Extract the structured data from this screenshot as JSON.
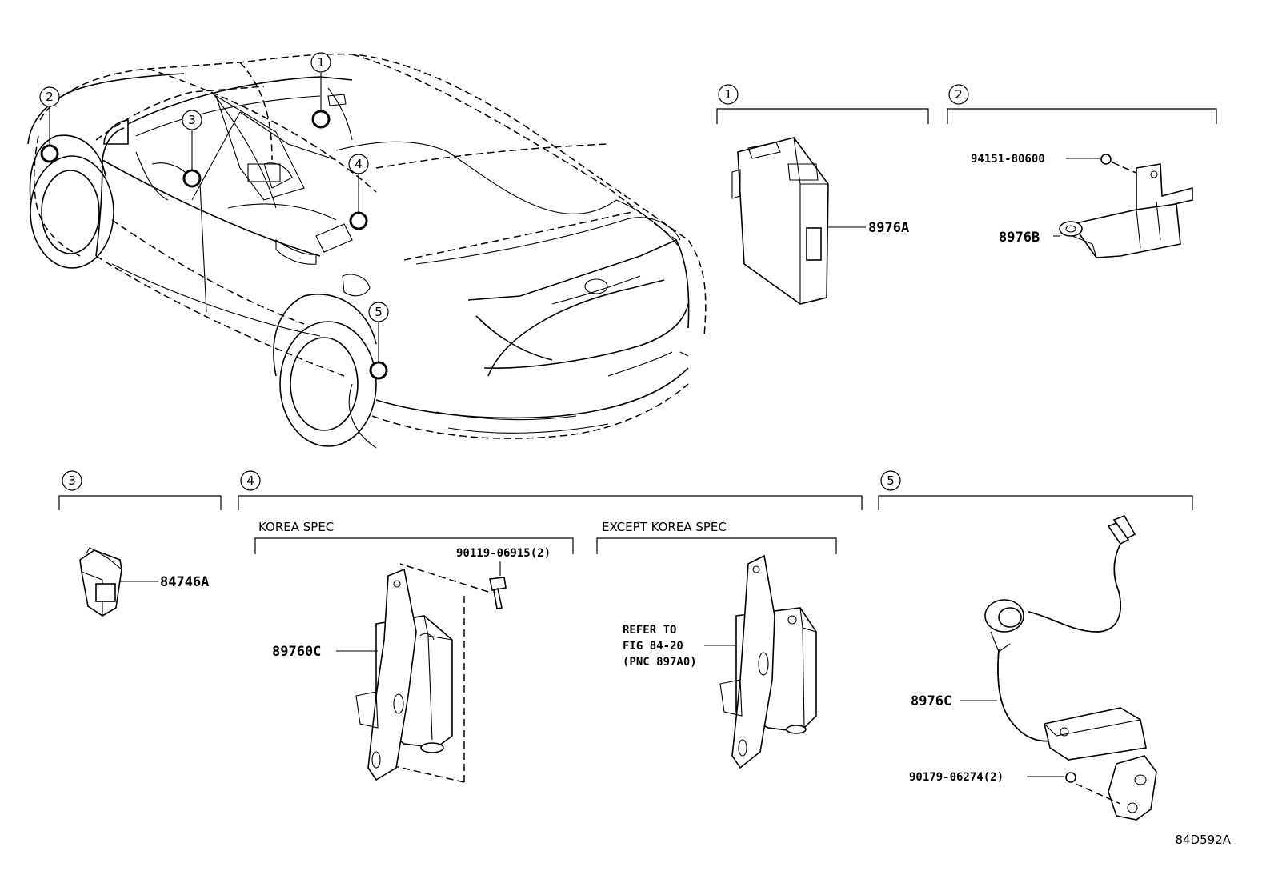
{
  "diagram_id": "84D592A",
  "location_callouts": [
    "1",
    "2",
    "3",
    "4",
    "5"
  ],
  "sections": [
    {
      "number": "1",
      "parts": [
        {
          "label": "8976A"
        }
      ]
    },
    {
      "number": "2",
      "parts": [
        {
          "label": "94151-80600"
        },
        {
          "label": "8976B"
        }
      ]
    },
    {
      "number": "3",
      "parts": [
        {
          "label": "84746A"
        }
      ]
    },
    {
      "number": "4",
      "subsections": [
        {
          "title": "KOREA SPEC",
          "parts": [
            {
              "label": "90119-06915(2)"
            },
            {
              "label": "89760C"
            }
          ]
        },
        {
          "title": "EXCEPT KOREA SPEC",
          "refer_lines": [
            "REFER TO",
            "FIG 84-20",
            "(PNC 897A0)"
          ]
        }
      ]
    },
    {
      "number": "5",
      "parts": [
        {
          "label": "8976C"
        },
        {
          "label": "90179-06274(2)"
        }
      ]
    }
  ]
}
